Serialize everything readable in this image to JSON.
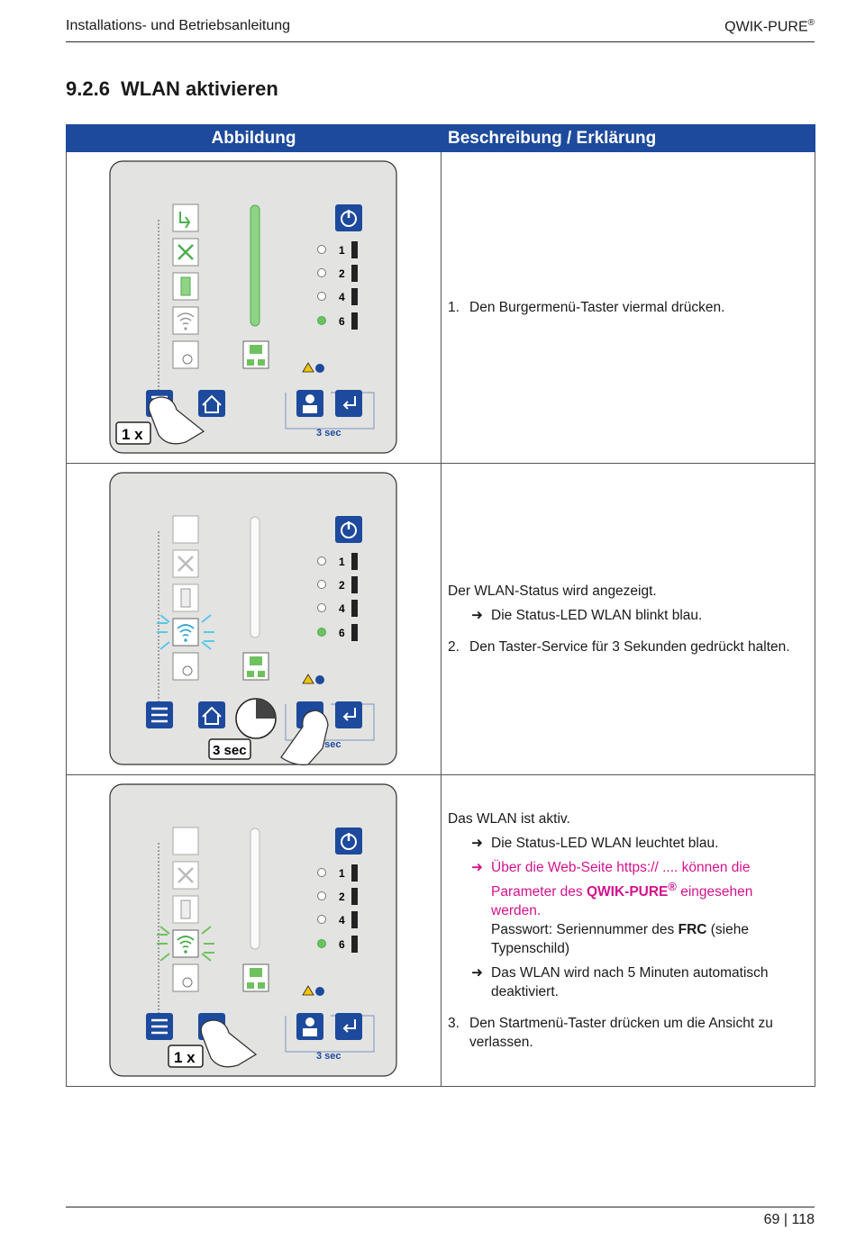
{
  "header": {
    "doc_title": "Installations- und Betriebsanleitung",
    "product": "QWIK-PURE",
    "product_reg": "®"
  },
  "section": {
    "number": "9.2.6",
    "title": "WLAN aktivieren"
  },
  "table": {
    "col1": "Abbildung",
    "col2": "Beschreibung / Erklärung",
    "rows": [
      {
        "panel": {
          "level_labels": [
            "1",
            "2",
            "4",
            "6"
          ],
          "timer_label": "3 sec",
          "badge": "1 x"
        },
        "step_num": "1.",
        "step_text": "Den Burgermenü-Taster viermal drücken."
      },
      {
        "panel": {
          "level_labels": [
            "1",
            "2",
            "4",
            "6"
          ],
          "timer_label": "3 sec",
          "badge": "3 sec"
        },
        "intro": "Der WLAN-Status wird angezeigt.",
        "bullet": "Die Status-LED WLAN blinkt blau.",
        "step_num": "2.",
        "step_text": "Den Taster-Service für 3 Sekunden gedrückt halten."
      },
      {
        "panel": {
          "level_labels": [
            "1",
            "2",
            "4",
            "6"
          ],
          "timer_label": "3 sec",
          "badge": "1 x"
        },
        "intro": "Das WLAN ist aktiv.",
        "bullet1": "Die Status-LED WLAN leuchtet blau.",
        "bullet2_a": "Über die Web-Seite https:// .... können die Parameter des ",
        "bullet2_b": "QWIK-PURE",
        "bullet2_reg": "®",
        "bullet2_c": " eingesehen werden.",
        "pw_a": "Passwort: Seriennummer des ",
        "pw_b": "FRC",
        "pw_c": " (siehe Typenschild)",
        "bullet3": "Das WLAN wird nach 5 Minuten automatisch deaktiviert.",
        "step_num": "3.",
        "step_text": "Den Startmenü-Taster drücken um die Ansicht zu verlassen."
      }
    ]
  },
  "footer": {
    "page": "69 | 118"
  },
  "colors": {
    "header_blue": "#1d4a9c",
    "led_green": "#7bd36b",
    "wlan_blue": "#5ac8e8",
    "magenta": "#d3138c"
  }
}
